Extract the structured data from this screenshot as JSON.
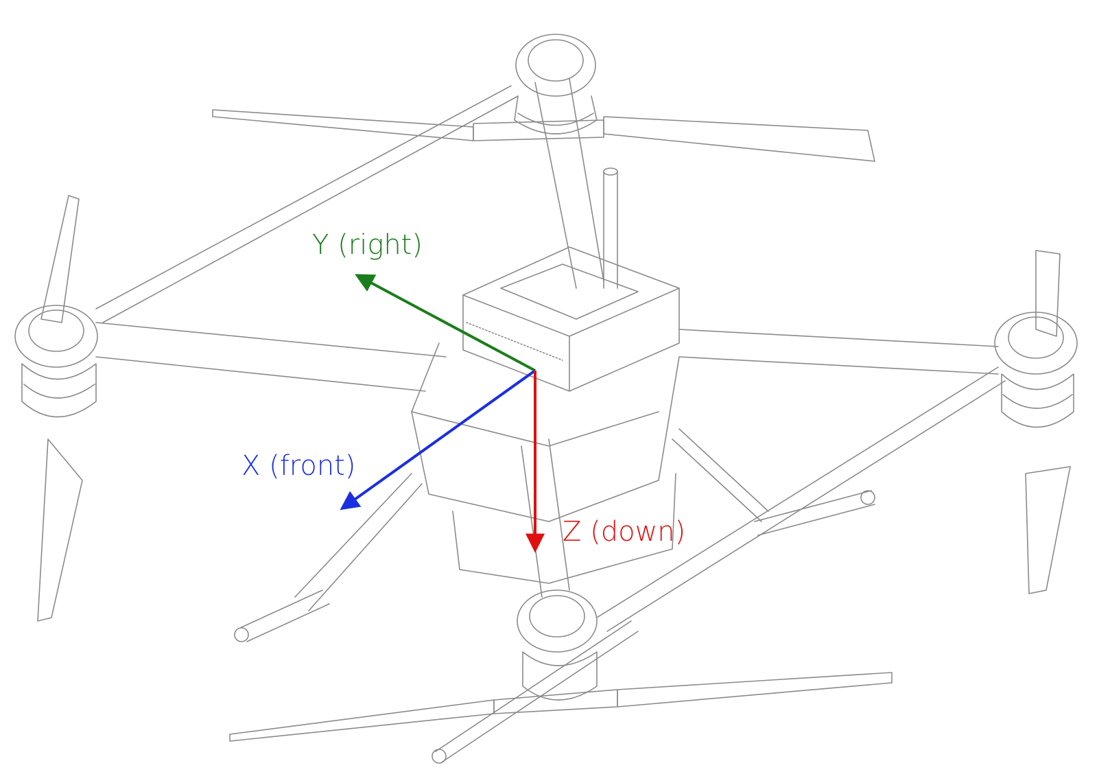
{
  "diagram": {
    "axes": [
      {
        "id": "y",
        "label": "Y (right)",
        "color": "#1b7d1b"
      },
      {
        "id": "x",
        "label": "X (front)",
        "color": "#1b2fe0"
      },
      {
        "id": "z",
        "label": "Z (down)",
        "color": "#e01010"
      }
    ],
    "line_color": "#8a8a8a",
    "background": "#ffffff"
  }
}
